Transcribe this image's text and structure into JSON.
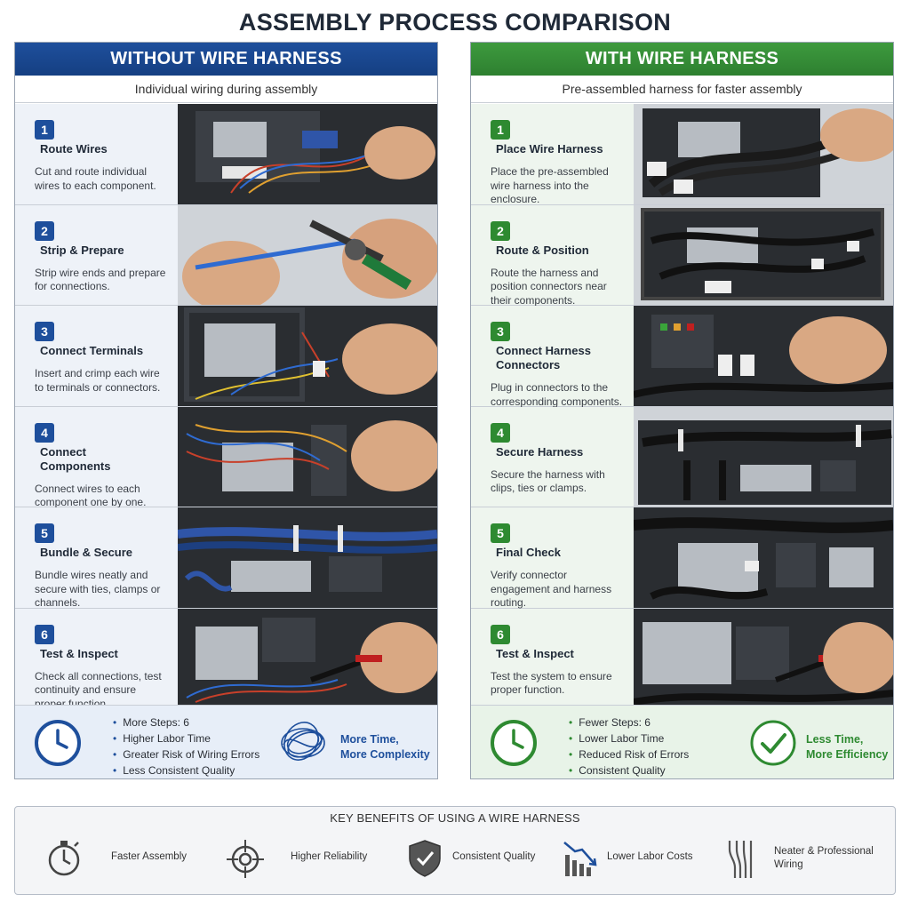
{
  "title": "ASSEMBLY PROCESS COMPARISON",
  "left": {
    "header": "WITHOUT WIRE HARNESS",
    "subheader": "Individual wiring during assembly",
    "color": "#1e4f9c",
    "steps": [
      {
        "num": "1",
        "title": "Route Wires",
        "desc": "Cut and route individual wires to each component."
      },
      {
        "num": "2",
        "title": "Strip & Prepare",
        "desc": "Strip wire ends and prepare for connections."
      },
      {
        "num": "3",
        "title": "Connect Terminals",
        "desc": "Insert and crimp each wire to terminals or connectors."
      },
      {
        "num": "4",
        "title": "Connect Components",
        "desc": "Connect wires to each component one by one."
      },
      {
        "num": "5",
        "title": "Bundle & Secure",
        "desc": "Bundle wires neatly and secure with ties, clamps or channels."
      },
      {
        "num": "6",
        "title": "Test & Inspect",
        "desc": "Check all connections, test continuity and ensure proper function."
      }
    ],
    "summary": {
      "items": [
        "More Steps: 6",
        "Higher Labor Time",
        "Greater Risk of Wiring Errors",
        "Less Consistent Quality"
      ],
      "tag_line1": "More Time,",
      "tag_line2": "More Complexity",
      "icon": "clock-icon",
      "icon2": "tangled-wires-icon"
    }
  },
  "right": {
    "header": "WITH WIRE HARNESS",
    "subheader": "Pre-assembled harness for faster assembly",
    "color": "#2e8a31",
    "steps": [
      {
        "num": "1",
        "title": "Place Wire Harness",
        "desc": "Place the pre-assembled wire harness into the enclosure."
      },
      {
        "num": "2",
        "title": "Route & Position",
        "desc": "Route the harness and position connectors near their components."
      },
      {
        "num": "3",
        "title": "Connect Harness Connectors",
        "desc": "Plug in connectors to the corresponding components."
      },
      {
        "num": "4",
        "title": "Secure Harness",
        "desc": "Secure the harness with clips, ties or clamps."
      },
      {
        "num": "5",
        "title": "Final Check",
        "desc": "Verify connector engagement and harness routing."
      },
      {
        "num": "6",
        "title": "Test & Inspect",
        "desc": "Test the system to ensure proper function."
      }
    ],
    "summary": {
      "items": [
        "Fewer Steps: 6",
        "Lower Labor Time",
        "Reduced Risk of Errors",
        "Consistent Quality"
      ],
      "tag_line1": "Less Time,",
      "tag_line2": "More Efficiency",
      "icon": "clock-icon",
      "icon2": "checkmark-circle-icon"
    }
  },
  "benefits": {
    "heading": "KEY BENEFITS OF USING A WIRE HARNESS",
    "items": [
      {
        "label": "Faster Assembly",
        "icon": "stopwatch-icon"
      },
      {
        "label": "Higher Reliability",
        "icon": "target-icon"
      },
      {
        "label": "Consistent Quality",
        "icon": "shield-check-icon"
      },
      {
        "label": "Lower Labor Costs",
        "icon": "declining-chart-icon"
      },
      {
        "label_line1": "Neater & Professional",
        "label_line2": "Wiring",
        "icon": "neat-wires-icon"
      }
    ]
  }
}
